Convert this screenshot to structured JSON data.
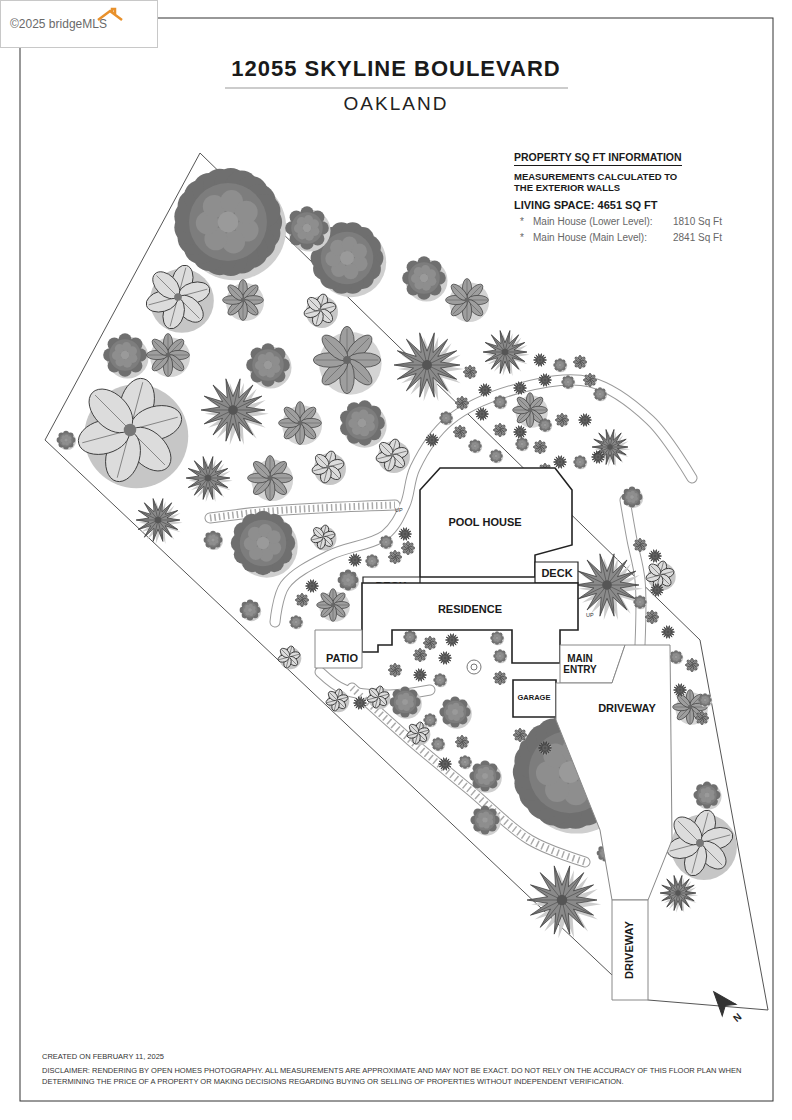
{
  "diagram": {
    "title": "12055 SKYLINE BOULEVARD",
    "nodes": [
      {
        "text": [
          "POOL HOUSE"
        ]
      },
      {
        "text": [
          "DECK"
        ]
      },
      {
        "text": [
          "DECK"
        ]
      },
      {
        "text": [
          "RESIDENCE"
        ]
      },
      {
        "text": [
          "PATIO"
        ]
      },
      {
        "text": [
          "MAIN ENTRY"
        ]
      },
      {
        "text": [
          "GARAGE"
        ]
      },
      {
        "text": [
          "DRIVEWAY"
        ]
      },
      {
        "text": [
          "DRIVEWAY"
        ]
      }
    ],
    "labels": [
      "©2025 bridgeMLS",
      "OAKLAND",
      "PROPERTY SQ FT INFORMATION",
      "MEASUREMENTS CALCULATED TO THE EXTERIOR WALLS",
      "LIVING SPACE: 4651 SQ FT",
      "*",
      "Main House (Lower Level):",
      "1810 Sq Ft",
      "*",
      "Main House (Main Level):",
      "2841 Sq Ft",
      "UP",
      "UP",
      "N",
      "CREATED ON FEBRUARY 11, 2025",
      "DISCLAIMER: RENDERING BY OPEN HOMES PHOTOGRAPHY. ALL MEASUREMENTS ARE APPROXIMATE AND MAY NOT BE EXACT. DO NOT RELY ON THE ACCURACY OF THIS FLOOR PLAN WHEN DETERMINING THE PRICE OF A PROPERTY OR MAKING DECISIONS REGARDING BUYING OR SELLING OF PROPERTIES WITHOUT INDEPENDENT VERIFICATION."
    ]
  }
}
